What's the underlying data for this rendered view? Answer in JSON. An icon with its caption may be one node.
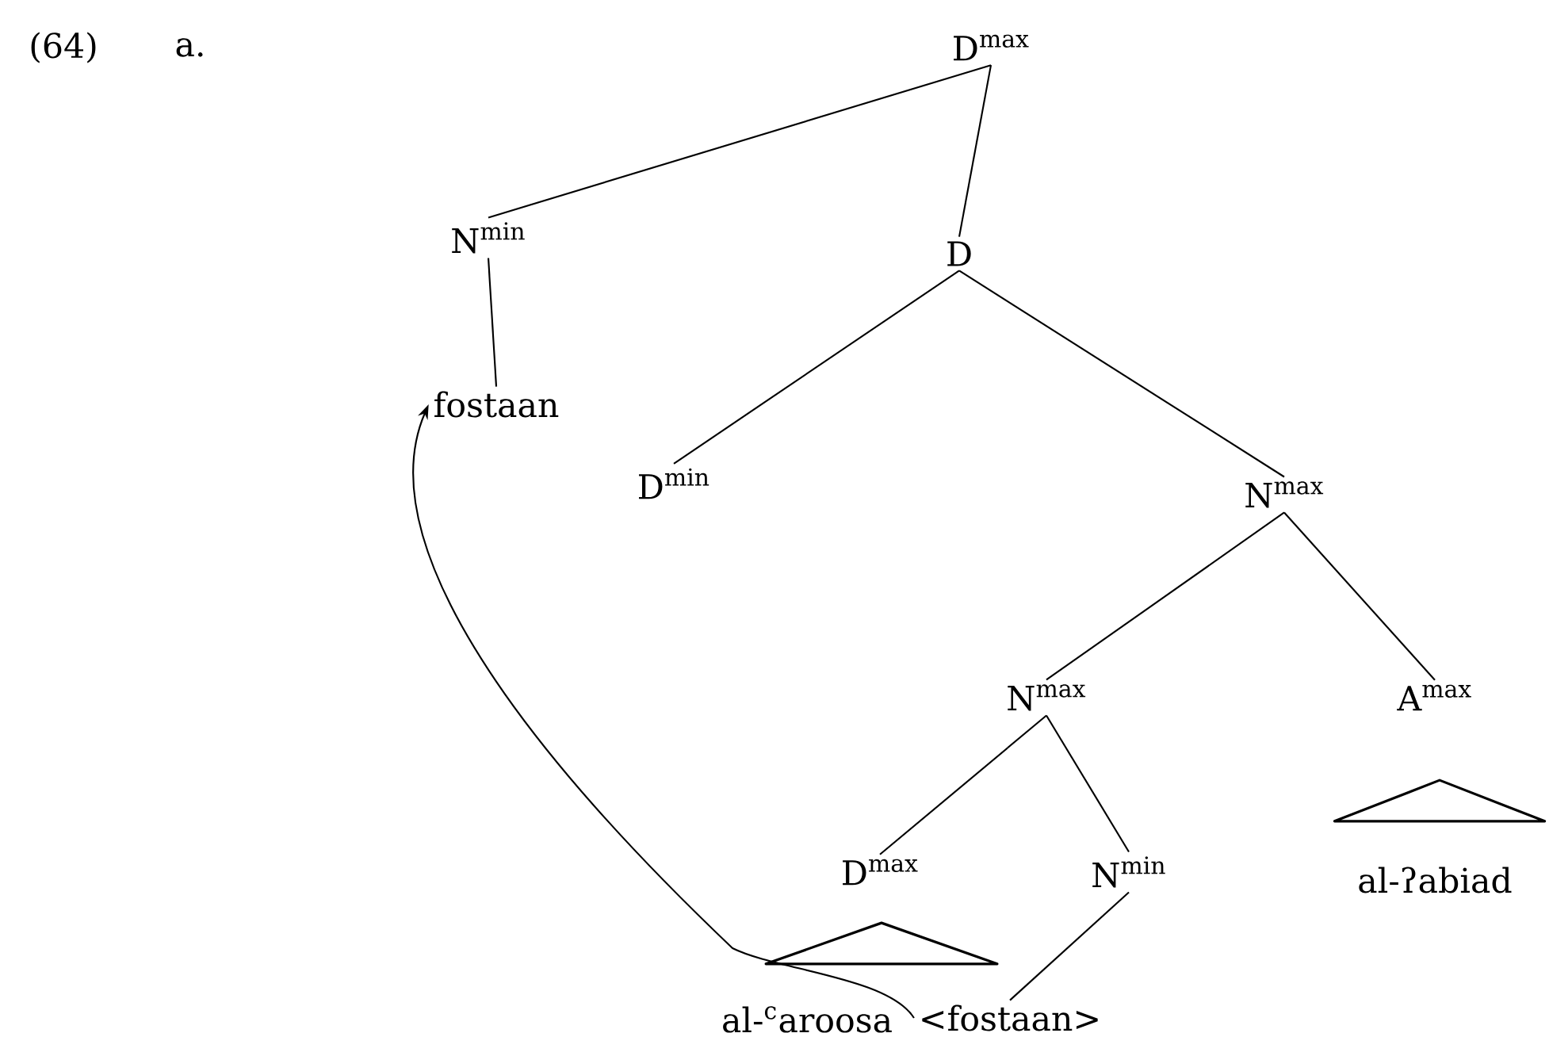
{
  "diagram": {
    "nodes": [
      {
        "text": [
          "D$^{max}$"
        ]
      },
      {
        "text": [
          "N$^{min}$"
        ]
      },
      {
        "text": [
          "D"
        ]
      },
      {
        "text": [
          "fostaan"
        ]
      },
      {
        "text": [
          "D$^{min}$"
        ]
      },
      {
        "text": [
          "N$^{max}$"
        ]
      },
      {
        "text": [
          "N$^{max}$"
        ]
      },
      {
        "text": [
          "A$^{max}$"
        ]
      },
      {
        "text": [
          "D$^{max}$"
        ]
      },
      {
        "text": [
          "N$^{min}$"
        ]
      },
      {
        "text": [],
        "shape": "triangle"
      },
      {
        "text": [
          "al-ʔabiad"
        ]
      },
      {
        "text": [],
        "shape": "triangle"
      },
      {
        "text": [
          "al-$^{c}$aroosa"
        ]
      },
      {
        "text": [
          "<fostaan>"
        ]
      }
    ],
    "edges": [
      {
        "from": 0,
        "to": 1,
        "arrow": "none"
      },
      {
        "from": 0,
        "to": 2,
        "arrow": "none"
      },
      {
        "from": 1,
        "to": 3,
        "arrow": "none"
      },
      {
        "from": 2,
        "to": 4,
        "arrow": "none"
      },
      {
        "from": 2,
        "to": 5,
        "arrow": "none"
      },
      {
        "from": 5,
        "to": 6,
        "arrow": "none"
      },
      {
        "from": 5,
        "to": 7,
        "arrow": "none"
      },
      {
        "from": 6,
        "to": 8,
        "arrow": "none"
      },
      {
        "from": 6,
        "to": 9,
        "arrow": "none"
      },
      {
        "from": 9,
        "to": 14,
        "arrow": "none"
      },
      {
        "from": 14,
        "to": 3,
        "arrow": "to"
      }
    ],
    "labels": [
      "(64)",
      "a."
    ]
  }
}
